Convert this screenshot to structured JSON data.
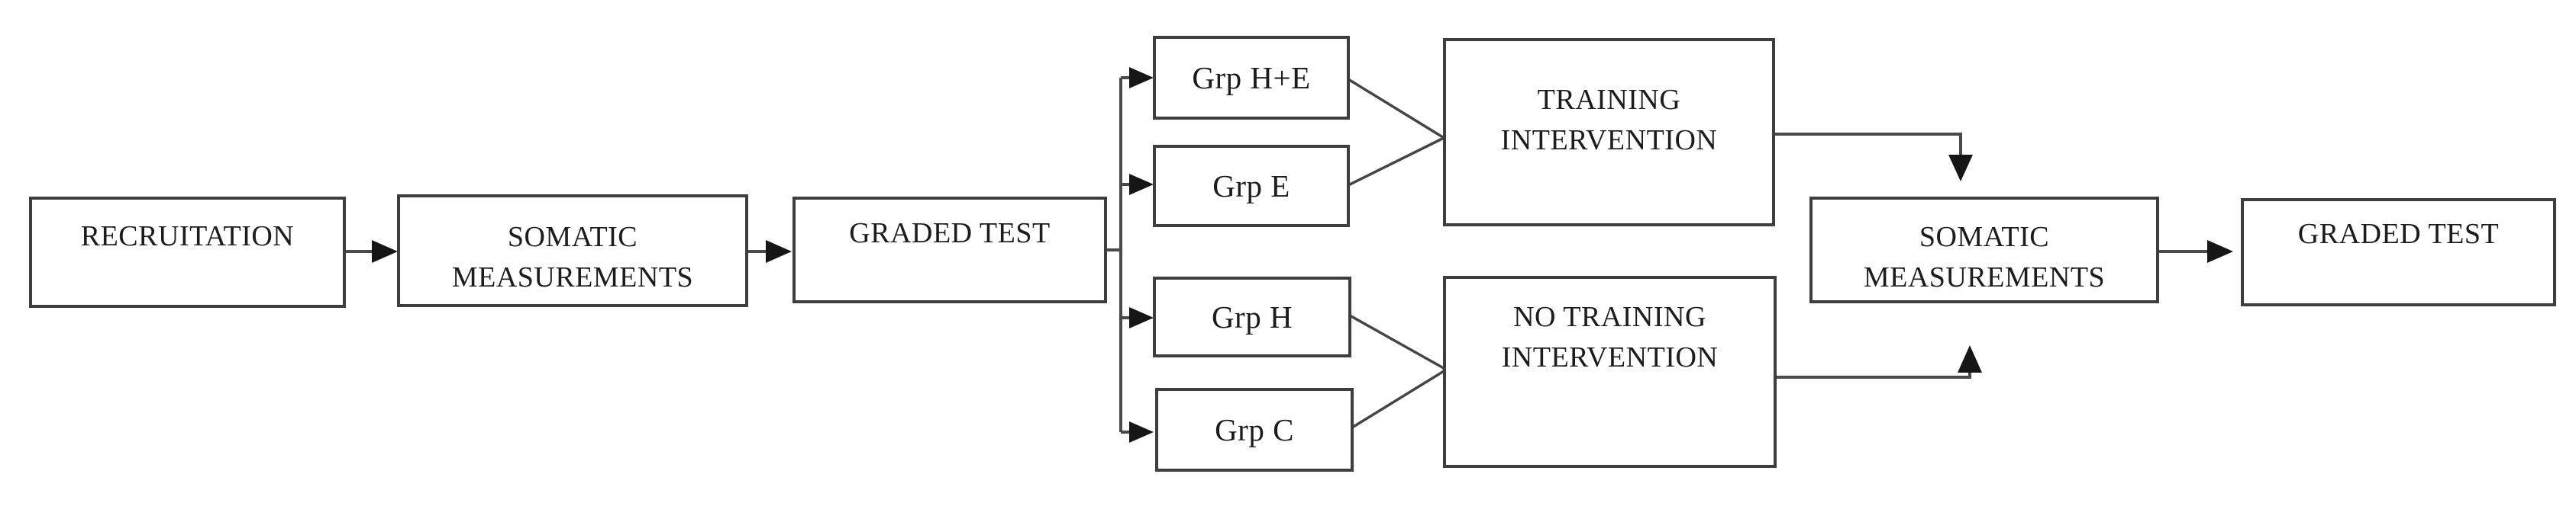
{
  "colors": {
    "background": "#ffffff",
    "box_border": "#3e3e3e",
    "connector_line": "#4a4a4a",
    "arrowhead": "#161616",
    "text": "#1c1c1c"
  },
  "nodes": {
    "recruitation": {
      "label": "RECRUITATION"
    },
    "somatic_pre": {
      "label": "SOMATIC\nMEASUREMENTS"
    },
    "graded_pre": {
      "label": "GRADED TEST"
    },
    "grp_he": {
      "label": "Grp H+E"
    },
    "grp_e": {
      "label": "Grp E"
    },
    "grp_h": {
      "label": "Grp H"
    },
    "grp_c": {
      "label": "Grp C"
    },
    "training": {
      "label": "TRAINING\nINTERVENTION"
    },
    "no_training": {
      "label": "NO TRAINING\nINTERVENTION"
    },
    "somatic_post": {
      "label": "SOMATIC\nMEASUREMENTS"
    },
    "graded_post": {
      "label": "GRADED TEST"
    }
  }
}
